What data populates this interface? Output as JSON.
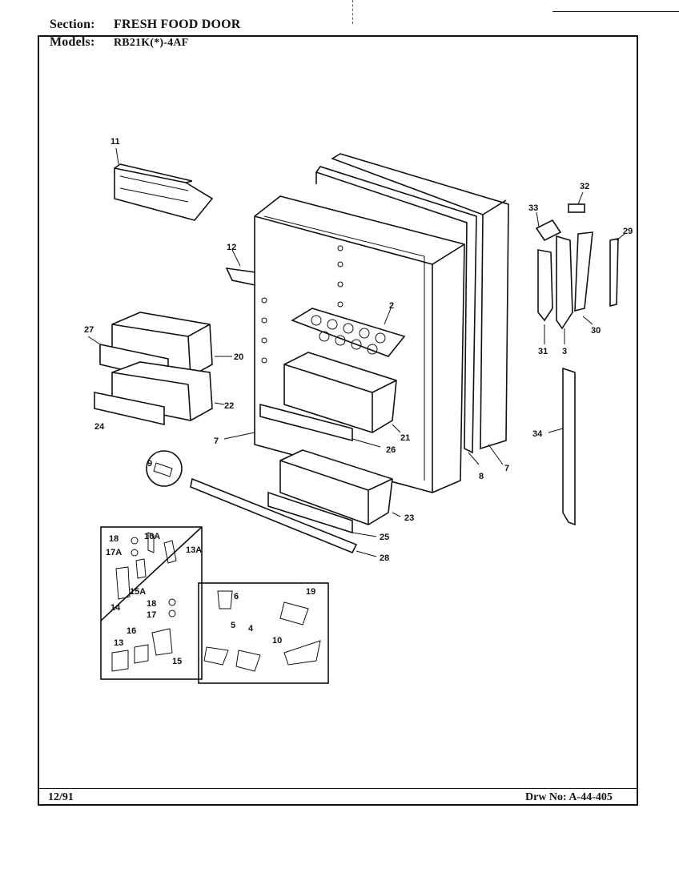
{
  "header": {
    "section_label": "Section:",
    "section_value": "FRESH FOOD DOOR",
    "models_label": "Models:",
    "models_value": "RB21K(*)-4AF"
  },
  "footer": {
    "date": "12/91",
    "drawing_number": "Drw No: A-44-405"
  },
  "callouts": [
    "11",
    "12",
    "27",
    "20",
    "22",
    "24",
    "2",
    "21",
    "26",
    "7",
    "7",
    "8",
    "9",
    "23",
    "25",
    "28",
    "33",
    "32",
    "29",
    "31",
    "3",
    "30",
    "34",
    "18",
    "16A",
    "17A",
    "13A",
    "15A",
    "14",
    "18",
    "17",
    "13",
    "16",
    "15",
    "6",
    "19",
    "5",
    "4",
    "10"
  ]
}
